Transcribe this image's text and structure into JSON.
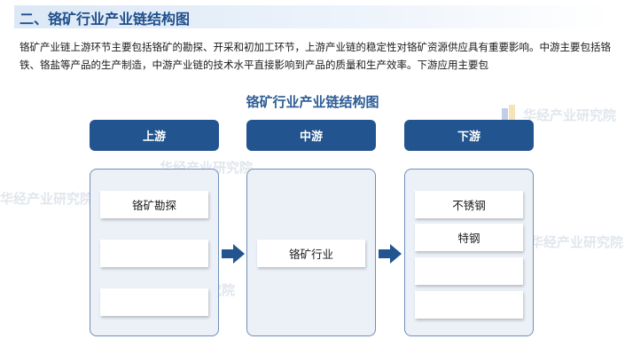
{
  "section": {
    "title": "二、铬矿行业产业链结构图"
  },
  "intro": {
    "text": "铬矿产业链上游环节主要包括铬矿的勘探、开采和初加工环节，上游产业链的稳定性对铬矿资源供应具有重要影响。中游主要包括铬铁、铬盐等产品的生产制造，中游产业链的技术水平直接影响到产品的质量和生产效率。下游应用主要包"
  },
  "diagram": {
    "title": "铬矿行业产业链结构图",
    "stages": [
      {
        "label": "上游",
        "items": [
          "铬矿勘探",
          "",
          ""
        ]
      },
      {
        "label": "中游",
        "items": [
          "铬矿行业"
        ]
      },
      {
        "label": "下游",
        "items": [
          "不锈钢",
          "特钢",
          "",
          ""
        ]
      }
    ]
  },
  "watermark": {
    "text": "华经产业研究院"
  },
  "colors": {
    "header_blue": "#22548f",
    "title_blue": "#1f4f8c",
    "panel_fill": "#ecf1f8",
    "panel_border": "#6e8fb8"
  }
}
